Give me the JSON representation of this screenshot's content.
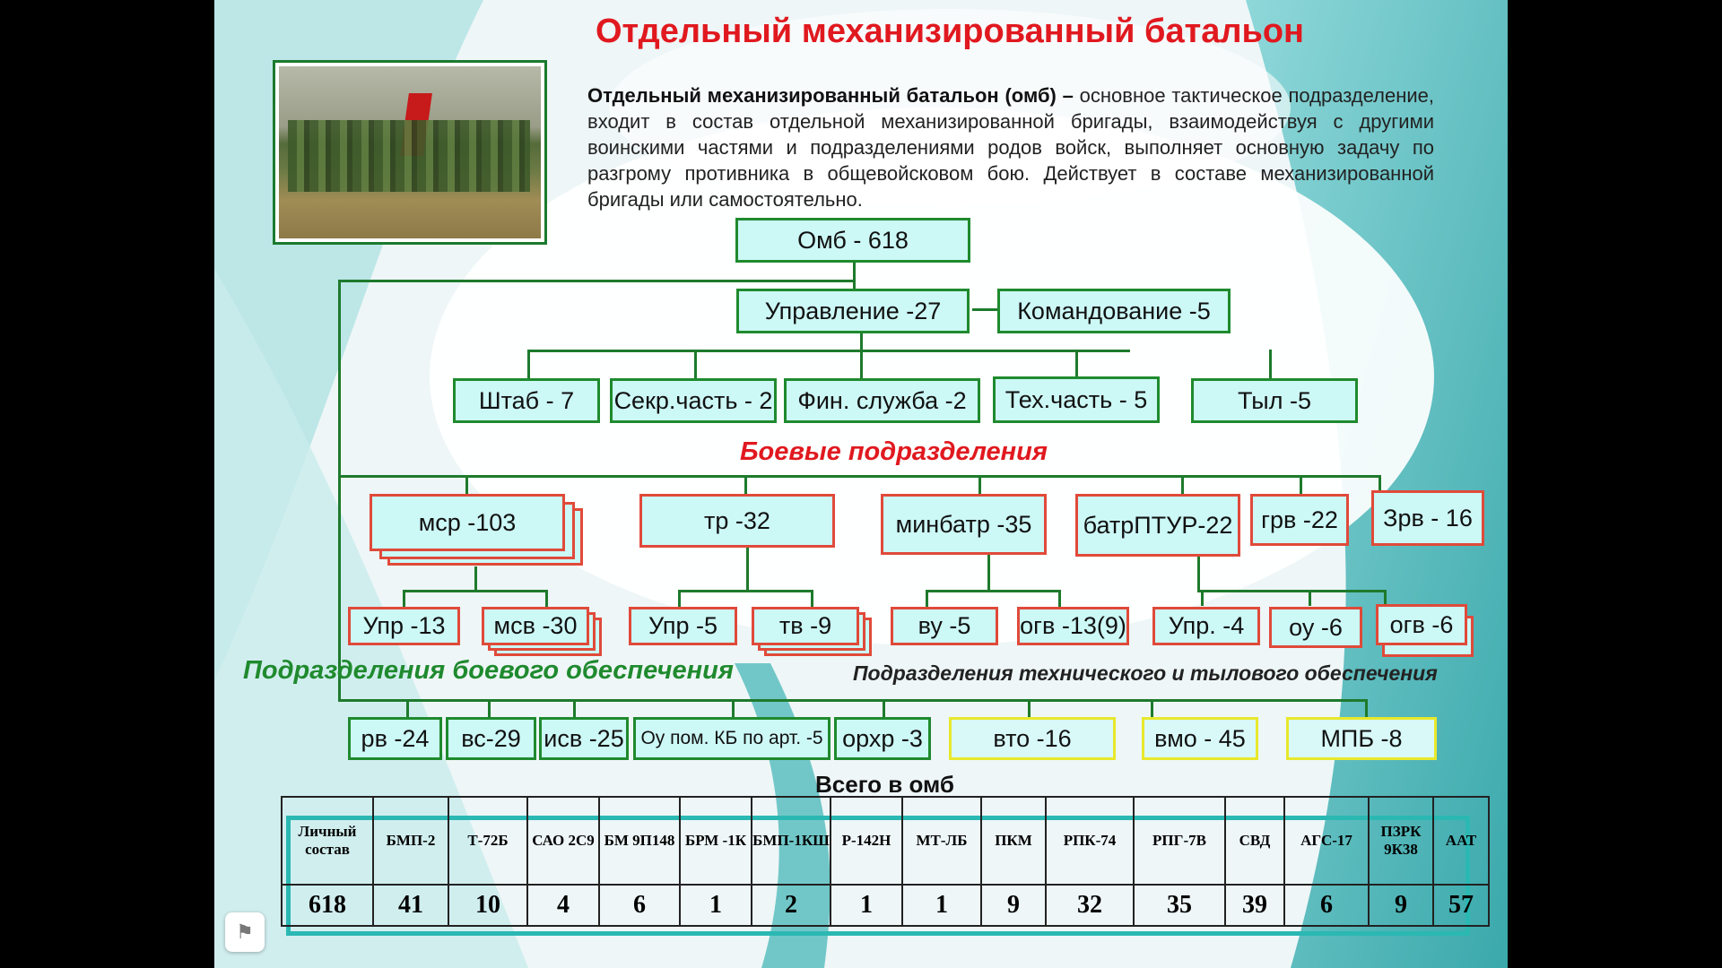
{
  "slide": {
    "title": "Отдельный механизированный батальон",
    "description_bold": "Отдельный механизированный батальон (омб) –",
    "description_rest": " основное тактическое подразделение, входит в состав отдельной механизированной бригады, взаимодействуя с другими воинскими частями и подразделениями родов войск, выполняет основную задачу по разгрому противника в общевойсковом бою. Действует в составе механизированной бригады или самостоятельно."
  },
  "org": {
    "root": "Омб - 618",
    "upravlenie": "Управление -27",
    "komandovanie": "Командование -5",
    "staff": [
      "Штаб - 7",
      "Секр.часть - 2",
      "Фин. служба -2",
      "Тех.часть - 5",
      "Тыл -5"
    ],
    "combat_heading": "Боевые подразделения",
    "combat": [
      "мср -103",
      "тр -32",
      "минбатр -35",
      "батрПТУР-22",
      "грв -22",
      "Зрв - 16"
    ],
    "sub": [
      "Упр -13",
      "мсв -30",
      "Упр -5",
      "тв -9",
      "ву -5",
      "огв -13(9)",
      "Упр. -4",
      "оу -6",
      "огв -6"
    ],
    "support_heading": "Подразделения боевого обеспечения",
    "tech_heading": "Подразделения технического и тылового обеспечения",
    "support": [
      "рв -24",
      "вс-29",
      "исв -25",
      "Оу пом. КБ по арт. -5",
      "орхр -3"
    ],
    "tech": [
      "вто -16",
      "вмо - 45",
      "МПБ -8"
    ]
  },
  "table": {
    "caption": "Всего в омб",
    "headers": [
      "Личный состав",
      "БМП-2",
      "Т-72Б",
      "САО 2С9",
      "БМ 9П148",
      "БРМ -1К",
      "БМП-1КШ",
      "Р-142Н",
      "МТ-ЛБ",
      "ПКМ",
      "РПК-74",
      "РПГ-7В",
      "СВД",
      "АГС-17",
      "ПЗРК 9К38",
      "ААТ"
    ],
    "values": [
      "618",
      "41",
      "10",
      "4",
      "6",
      "1",
      "2",
      "1",
      "1",
      "9",
      "32",
      "35",
      "39",
      "6",
      "9",
      "57"
    ]
  },
  "icons": {
    "bookmark": "bookmark-icon"
  },
  "colors": {
    "title": "#e0191f",
    "green": "#1f8a2e",
    "red_border": "#e04a3a",
    "box_fill": "#ccf8f6",
    "teal": "#2bb8b3"
  }
}
